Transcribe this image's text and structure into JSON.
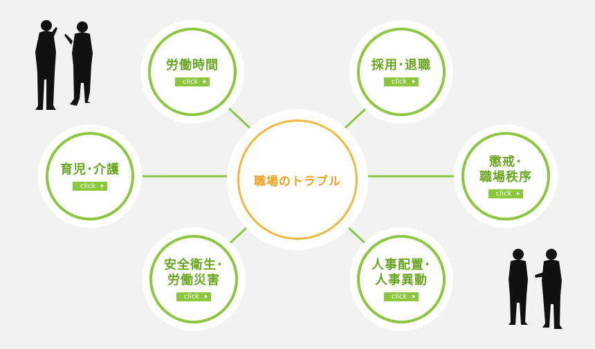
{
  "center": {
    "label": "職場のトラブル"
  },
  "click_label": "click",
  "nodes": [
    {
      "id": "working-hours",
      "label": "労働時間"
    },
    {
      "id": "hiring-retirement",
      "label": "採用･退職"
    },
    {
      "id": "childcare-nursing",
      "label": "育児･介護"
    },
    {
      "id": "discipline-order",
      "label": "懲戒･\n職場秩序"
    },
    {
      "id": "safety-health",
      "label": "安全衛生･\n労働災害"
    },
    {
      "id": "personnel-transfer",
      "label": "人事配置･\n人事異動"
    }
  ],
  "colors": {
    "green": "#8cc63f",
    "green_text": "#6aa522",
    "orange": "#f2b63c",
    "orange_text": "#f0a020",
    "background": "#f2f2f2",
    "silhouette": "#111111"
  }
}
